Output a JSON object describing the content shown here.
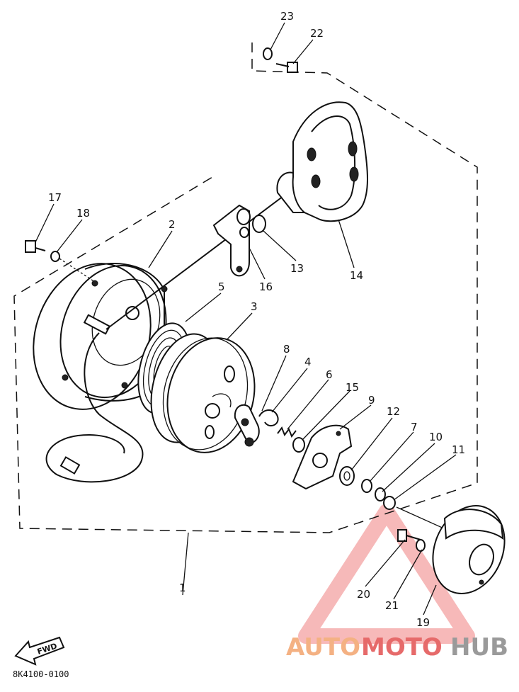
{
  "diagram": {
    "part_code": "8K4100-0100",
    "fwd_label": "FWD",
    "callouts": [
      {
        "id": "p1",
        "label": "1"
      },
      {
        "id": "p2",
        "label": "2"
      },
      {
        "id": "p3",
        "label": "3"
      },
      {
        "id": "p4",
        "label": "4"
      },
      {
        "id": "p5",
        "label": "5"
      },
      {
        "id": "p6",
        "label": "6"
      },
      {
        "id": "p7",
        "label": "7"
      },
      {
        "id": "p8",
        "label": "8"
      },
      {
        "id": "p9",
        "label": "9"
      },
      {
        "id": "p10",
        "label": "10"
      },
      {
        "id": "p11",
        "label": "11"
      },
      {
        "id": "p12",
        "label": "12"
      },
      {
        "id": "p13",
        "label": "13"
      },
      {
        "id": "p14",
        "label": "14"
      },
      {
        "id": "p15",
        "label": "15"
      },
      {
        "id": "p16",
        "label": "16"
      },
      {
        "id": "p17",
        "label": "17"
      },
      {
        "id": "p18",
        "label": "18"
      },
      {
        "id": "p19",
        "label": "19"
      },
      {
        "id": "p20",
        "label": "20"
      },
      {
        "id": "p21",
        "label": "21"
      },
      {
        "id": "p22",
        "label": "22"
      },
      {
        "id": "p23",
        "label": "23"
      }
    ]
  },
  "watermark": {
    "part1": "AUTO",
    "part2": "MOTO",
    "part3": "HUB",
    "color_primary": "#f4b183",
    "color_secondary": "#e66a6a",
    "color_hub": "#9a9a9a"
  }
}
